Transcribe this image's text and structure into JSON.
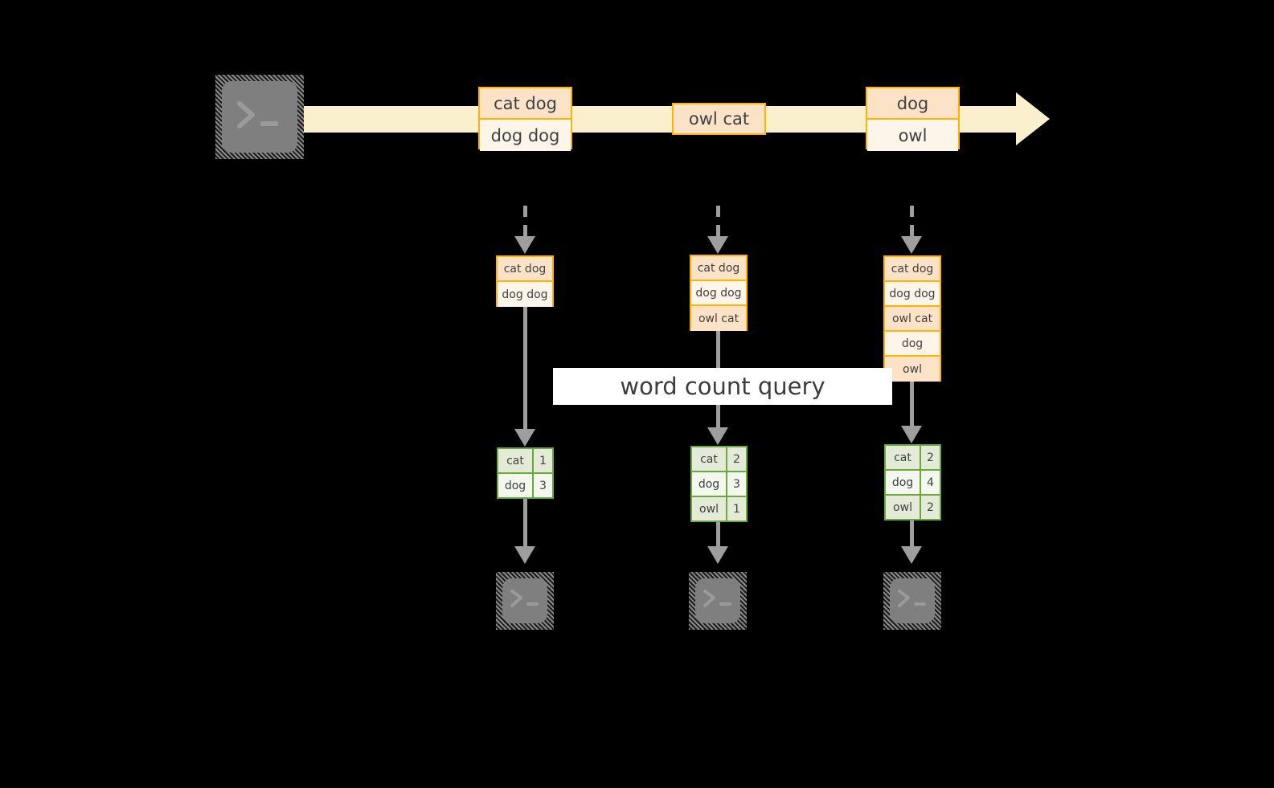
{
  "diagram": {
    "title_label": "word count query",
    "colors": {
      "background": "#000000",
      "stream_fill": "#fbf0ce",
      "record_border": "#ffb300",
      "record_fill_dark": "#fce3c8",
      "record_fill_light": "#fdf4ea",
      "result_border": "#6aa83c",
      "result_fill_dark": "#e3ebd8",
      "result_fill_light": "#f3f7ee",
      "arrow_grey": "#9e9e9e",
      "terminal_grey": "#7f7f7f",
      "label_band": "#ffffff"
    },
    "source": {
      "icon": "terminal-icon",
      "icon_glyph": ">_"
    },
    "stream": {
      "name": "append-only-stream",
      "batches": [
        {
          "id": "batch-1",
          "lines": [
            {
              "text": "cat dog",
              "shade": "dark"
            },
            {
              "text": "dog dog",
              "shade": "light"
            }
          ]
        },
        {
          "id": "batch-2",
          "lines": [
            {
              "text": "owl cat",
              "shade": "dark"
            }
          ]
        },
        {
          "id": "batch-3",
          "lines": [
            {
              "text": "dog",
              "shade": "dark"
            },
            {
              "text": "owl",
              "shade": "light"
            }
          ]
        }
      ]
    },
    "snapshots": [
      {
        "id": "snapshot-1",
        "input_lines": [
          {
            "text": "cat dog",
            "shade": "dark"
          },
          {
            "text": "dog dog",
            "shade": "light"
          }
        ],
        "counts": [
          {
            "word": "cat",
            "count": "1",
            "shade": "dark"
          },
          {
            "word": "dog",
            "count": "3",
            "shade": "light"
          }
        ],
        "sink_icon": "terminal-icon",
        "sink_icon_glyph": ">_"
      },
      {
        "id": "snapshot-2",
        "input_lines": [
          {
            "text": "cat dog",
            "shade": "dark"
          },
          {
            "text": "dog dog",
            "shade": "light"
          },
          {
            "text": "owl cat",
            "shade": "dark"
          }
        ],
        "counts": [
          {
            "word": "cat",
            "count": "2",
            "shade": "dark"
          },
          {
            "word": "dog",
            "count": "3",
            "shade": "light"
          },
          {
            "word": "owl",
            "count": "1",
            "shade": "dark"
          }
        ],
        "sink_icon": "terminal-icon",
        "sink_icon_glyph": ">_"
      },
      {
        "id": "snapshot-3",
        "input_lines": [
          {
            "text": "cat dog",
            "shade": "dark"
          },
          {
            "text": "dog dog",
            "shade": "light"
          },
          {
            "text": "owl cat",
            "shade": "dark"
          },
          {
            "text": "dog",
            "shade": "light"
          },
          {
            "text": "owl",
            "shade": "dark"
          }
        ],
        "counts": [
          {
            "word": "cat",
            "count": "2",
            "shade": "dark"
          },
          {
            "word": "dog",
            "count": "4",
            "shade": "light"
          },
          {
            "word": "owl",
            "count": "2",
            "shade": "dark"
          }
        ],
        "sink_icon": "terminal-icon",
        "sink_icon_glyph": ">_"
      }
    ]
  }
}
